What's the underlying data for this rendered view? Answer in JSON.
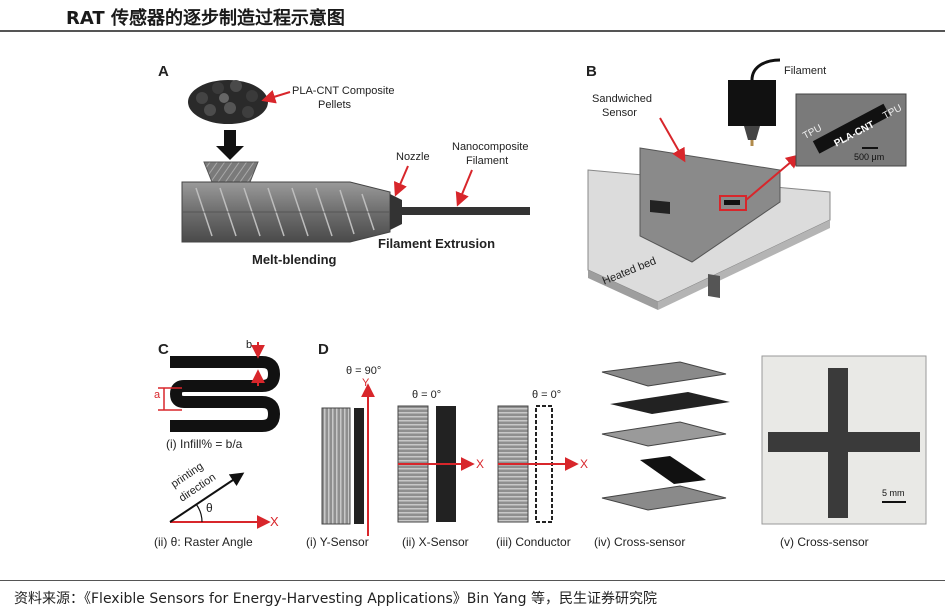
{
  "header": {
    "title": "RAT 传感器的逐步制造过程示意图"
  },
  "footer": {
    "source": "资料来源：《Flexible Sensors for Energy-Harvesting Applications》Bin Yang 等，民生证券研究院"
  },
  "figure": {
    "panel_a": {
      "label": "A",
      "pellets": "PLA-CNT Composite",
      "pellets_2": "Pellets",
      "nozzle": "Nozzle",
      "filament": "Nanocomposite",
      "filament_2": "Filament",
      "melt": "Melt-blending",
      "extrusion": "Filament Extrusion"
    },
    "panel_b": {
      "label": "B",
      "filament": "Filament",
      "sandwiched": "Sandwiched",
      "sandwiched_2": "Sensor",
      "tpu_left": "TPU",
      "pla_cnt": "PLA-CNT",
      "tpu_right": "TPU",
      "scale": "500 μm",
      "bed": "Heated bed"
    },
    "panel_c": {
      "label": "C",
      "b": "b",
      "a": "a",
      "infill": "(i) Infill% = b/a",
      "printing": "printing",
      "direction": "direction",
      "theta": "θ",
      "x": "X",
      "raster": "(ii) θ: Raster Angle"
    },
    "panel_d": {
      "label": "D",
      "theta_90": "θ = 90°",
      "y": "Y",
      "theta_0a": "θ = 0°",
      "x1": "X",
      "theta_0b": "θ = 0°",
      "x2": "X",
      "cap_1": "(i) Y-Sensor",
      "cap_2": "(ii) X-Sensor",
      "cap_3": "(iii) Conductor",
      "cap_4": "(iv) Cross-sensor",
      "cap_5": "(v) Cross-sensor",
      "scale": "5 mm"
    }
  },
  "colors": {
    "accent_red": "#d8262b",
    "dark": "#1a1a1a",
    "gray": "#8a8a8a"
  }
}
